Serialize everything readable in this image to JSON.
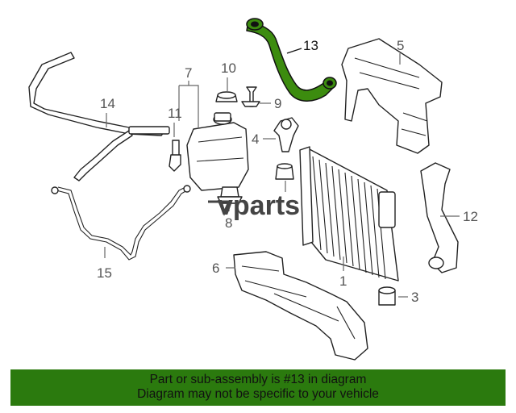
{
  "diagram": {
    "callouts": [
      {
        "id": "1",
        "label": "1"
      },
      {
        "id": "3",
        "label": "3"
      },
      {
        "id": "4",
        "label": "4"
      },
      {
        "id": "5",
        "label": "5"
      },
      {
        "id": "6",
        "label": "6"
      },
      {
        "id": "7",
        "label": "7"
      },
      {
        "id": "8",
        "label": "8"
      },
      {
        "id": "9",
        "label": "9"
      },
      {
        "id": "10",
        "label": "10"
      },
      {
        "id": "11",
        "label": "11"
      },
      {
        "id": "12",
        "label": "12"
      },
      {
        "id": "13",
        "label": "13"
      },
      {
        "id": "14",
        "label": "14"
      },
      {
        "id": "15",
        "label": "15"
      }
    ],
    "highlighted_part": "13",
    "highlight_color": "#3c8c0f",
    "watermark": "vparts"
  },
  "banner": {
    "line1": "Part or sub-assembly is #13 in diagram",
    "line2": "Diagram may not be specific to your vehicle",
    "background": "#2b7a0e"
  }
}
